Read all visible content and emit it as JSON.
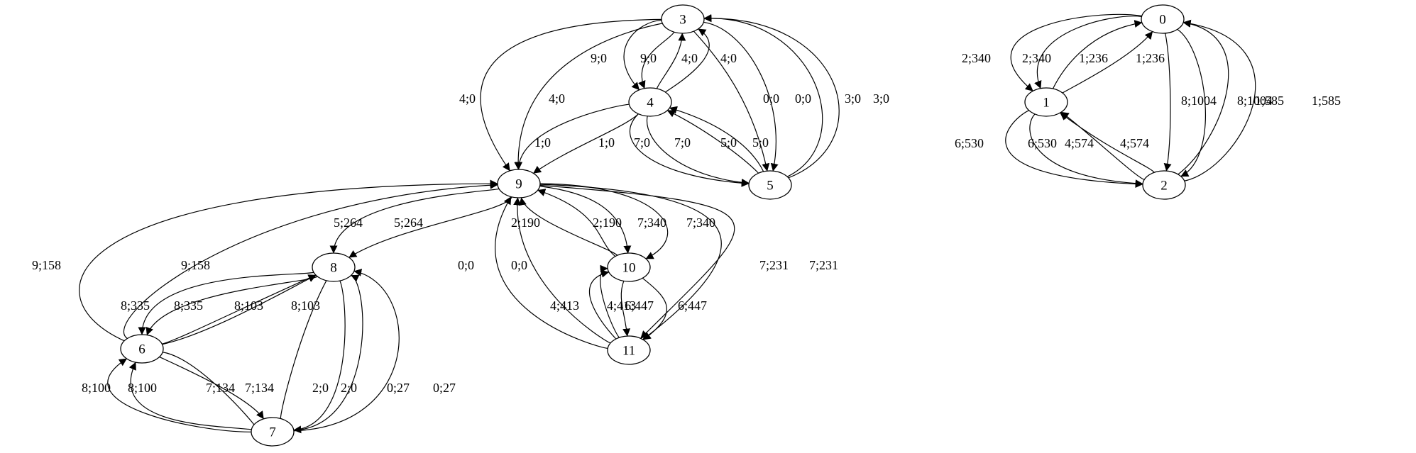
{
  "graph": {
    "nodes": [
      "0",
      "1",
      "2",
      "3",
      "4",
      "5",
      "6",
      "7",
      "8",
      "9",
      "10",
      "11"
    ],
    "edges": [
      {
        "from": "0",
        "to": "1",
        "label": "2;340"
      },
      {
        "from": "0",
        "to": "1",
        "label": "2;340"
      },
      {
        "from": "1",
        "to": "0",
        "label": "1;236"
      },
      {
        "from": "1",
        "to": "0",
        "label": "1;236"
      },
      {
        "from": "0",
        "to": "2",
        "label": "8;1004"
      },
      {
        "from": "0",
        "to": "2",
        "label": "8;1004"
      },
      {
        "from": "2",
        "to": "0",
        "label": "1;585"
      },
      {
        "from": "2",
        "to": "0",
        "label": "1;585"
      },
      {
        "from": "1",
        "to": "2",
        "label": "6;530"
      },
      {
        "from": "1",
        "to": "2",
        "label": "6;530"
      },
      {
        "from": "2",
        "to": "1",
        "label": "4;574"
      },
      {
        "from": "2",
        "to": "1",
        "label": "4;574"
      },
      {
        "from": "3",
        "to": "4",
        "label": "9;0"
      },
      {
        "from": "3",
        "to": "4",
        "label": "9;0"
      },
      {
        "from": "4",
        "to": "3",
        "label": "4;0"
      },
      {
        "from": "4",
        "to": "3",
        "label": "4;0"
      },
      {
        "from": "3",
        "to": "9",
        "label": "4;0"
      },
      {
        "from": "3",
        "to": "9",
        "label": "4;0"
      },
      {
        "from": "3",
        "to": "5",
        "label": "0;0"
      },
      {
        "from": "3",
        "to": "5",
        "label": "0;0"
      },
      {
        "from": "5",
        "to": "3",
        "label": "3;0"
      },
      {
        "from": "5",
        "to": "3",
        "label": "3;0"
      },
      {
        "from": "4",
        "to": "9",
        "label": "1;0"
      },
      {
        "from": "4",
        "to": "9",
        "label": "1;0"
      },
      {
        "from": "4",
        "to": "5",
        "label": "7;0"
      },
      {
        "from": "4",
        "to": "5",
        "label": "7;0"
      },
      {
        "from": "5",
        "to": "4",
        "label": "5;0"
      },
      {
        "from": "5",
        "to": "4",
        "label": "5;0"
      },
      {
        "from": "9",
        "to": "8",
        "label": "5;264"
      },
      {
        "from": "9",
        "to": "8",
        "label": "5;264"
      },
      {
        "from": "9",
        "to": "10",
        "label": "7;340"
      },
      {
        "from": "9",
        "to": "10",
        "label": "7;340"
      },
      {
        "from": "10",
        "to": "9",
        "label": "2;190"
      },
      {
        "from": "10",
        "to": "9",
        "label": "2;190"
      },
      {
        "from": "9",
        "to": "11",
        "label": "7;231"
      },
      {
        "from": "9",
        "to": "11",
        "label": "7;231"
      },
      {
        "from": "11",
        "to": "9",
        "label": "0;0"
      },
      {
        "from": "11",
        "to": "9",
        "label": "0;0"
      },
      {
        "from": "6",
        "to": "9",
        "label": "9;158"
      },
      {
        "from": "6",
        "to": "9",
        "label": "9;158"
      },
      {
        "from": "8",
        "to": "6",
        "label": "8;335"
      },
      {
        "from": "8",
        "to": "6",
        "label": "8;335"
      },
      {
        "from": "6",
        "to": "8",
        "label": "8;103"
      },
      {
        "from": "6",
        "to": "8",
        "label": "8;103"
      },
      {
        "from": "8",
        "to": "7",
        "label": "2;0"
      },
      {
        "from": "8",
        "to": "7",
        "label": "2;0"
      },
      {
        "from": "7",
        "to": "8",
        "label": "0;27"
      },
      {
        "from": "7",
        "to": "8",
        "label": "0;27"
      },
      {
        "from": "6",
        "to": "7",
        "label": "7;134"
      },
      {
        "from": "6",
        "to": "7",
        "label": "7;134"
      },
      {
        "from": "7",
        "to": "6",
        "label": "8;100"
      },
      {
        "from": "7",
        "to": "6",
        "label": "8;100"
      },
      {
        "from": "10",
        "to": "11",
        "label": "6;447"
      },
      {
        "from": "10",
        "to": "11",
        "label": "6;447"
      },
      {
        "from": "11",
        "to": "10",
        "label": "4;413"
      },
      {
        "from": "11",
        "to": "10",
        "label": "4;413"
      }
    ]
  }
}
